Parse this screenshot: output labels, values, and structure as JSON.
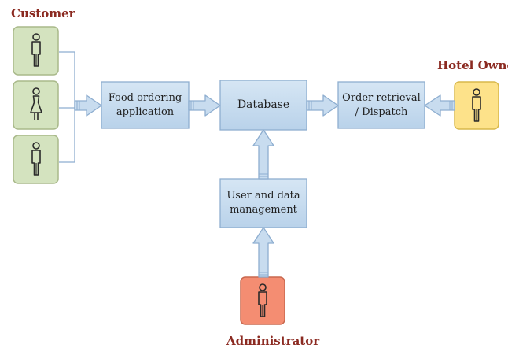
{
  "labels": {
    "customer": "Customer",
    "hotel_owner": "Hotel Owner",
    "administrator": "Administrator"
  },
  "nodes": {
    "food_app": "Food ordering application",
    "database": "Database",
    "order_retrieval": "Order retrieval / Dispatch",
    "user_data": "User and data management"
  },
  "colors": {
    "process_fill": "#c5dbef",
    "process_stroke": "#8eaed0",
    "customer_fill": "#d4e3bf",
    "customer_stroke": "#a9b98a",
    "owner_fill": "#fde28a",
    "owner_stroke": "#d8b84b",
    "admin_fill": "#f48d72",
    "admin_stroke": "#c9684f",
    "label_color": "#8b2a21"
  }
}
